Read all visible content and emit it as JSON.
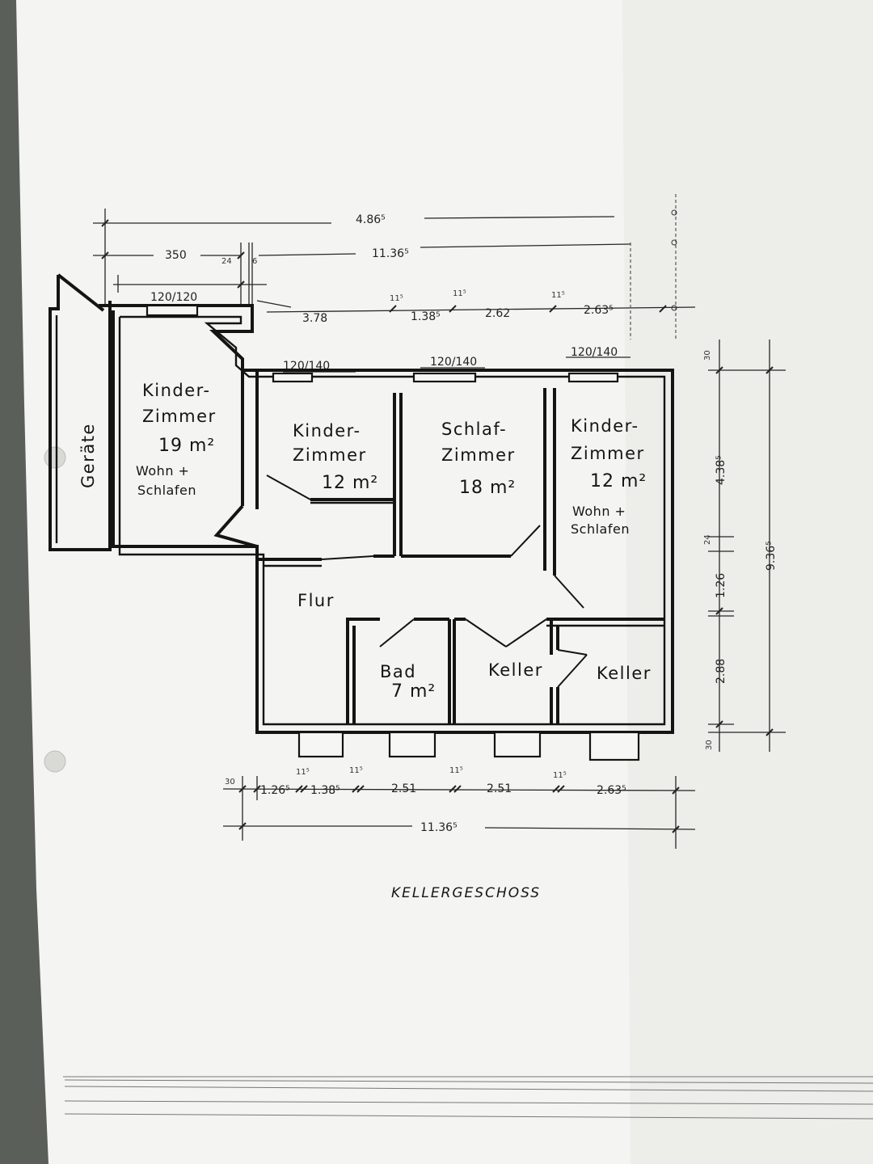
{
  "colors": {
    "paper": "#f4f4f2",
    "ink": "#141414",
    "background": "#5b5f59"
  },
  "icons": {
    "punch_hole": "punch-hole-icon"
  },
  "title": "KELLERGESCHOSS",
  "rooms": {
    "kinder1": {
      "l1": "Kinder-",
      "l2": "Zimmer",
      "area": "19 m²",
      "n1": "Wohn +",
      "n2": "Schlafen"
    },
    "kinder2": {
      "l1": "Kinder-",
      "l2": "Zimmer",
      "area": "12 m²"
    },
    "schlaf": {
      "l1": "Schlaf-",
      "l2": "Zimmer",
      "area": "18 m²"
    },
    "kinder3": {
      "l1": "Kinder-",
      "l2": "Zimmer",
      "area": "12 m²",
      "n1": "Wohn +",
      "n2": "Schlafen"
    },
    "flur": "Flur",
    "bad": {
      "label": "Bad",
      "area": "7 m²"
    },
    "keller1": "Keller",
    "keller2": "Keller",
    "geraete": "Geräte"
  },
  "dimensions": {
    "top_total": "4.86⁵",
    "top_350": "350",
    "top_24": "24",
    "top_6": "6",
    "top_11": "11.36⁵",
    "top_window": "120/120",
    "top_378": "3.78",
    "top_115a": "11⁵",
    "top_1385": "1.38⁵",
    "top_115b": "11⁵",
    "top_262": "2.62",
    "top_115c": "11⁵",
    "top_263": "2.63⁵",
    "win_a": "120/140",
    "win_b": "120/140",
    "win_c": "120/140",
    "right_30a": "30",
    "right_4385": "4.38⁵",
    "right_9365": "9.36⁵",
    "right_24": "24",
    "right_126": "1.26",
    "right_288": "2.88",
    "right_30b": "30",
    "bottom_30": "30",
    "bottom_1265": "1.26⁵",
    "bottom_115a": "11⁵",
    "bottom_1385": "1.38⁵",
    "bottom_115b": "11⁵",
    "bottom_251a": "2.51",
    "bottom_115c": "11⁵",
    "bottom_251b": "2.51",
    "bottom_115d": "11⁵",
    "bottom_2635": "2.63⁵",
    "bottom_total": "11.36⁵"
  }
}
